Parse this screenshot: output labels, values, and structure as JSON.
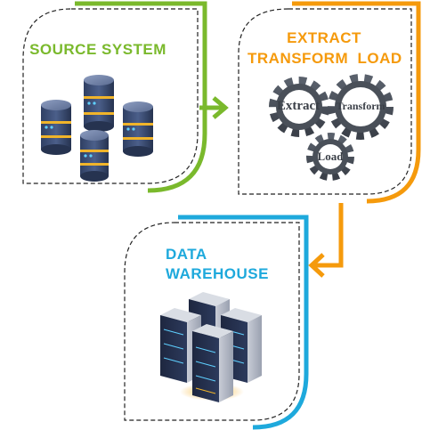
{
  "source_system": {
    "title": "SOURCE SYSTEM",
    "icon": "database-cylinders-icon",
    "accent": "#7ab92c"
  },
  "etl": {
    "title_line1": "EXTRACT",
    "title_line2": "TRANSFORM  LOAD",
    "accent": "#f59a0c",
    "gears": {
      "extract": "Extract",
      "transform": "Transform",
      "load": "Load"
    }
  },
  "data_warehouse": {
    "title_line1": "DATA",
    "title_line2": "WAREHOUSE",
    "icon": "server-racks-icon",
    "accent": "#1ea9dc"
  },
  "arrows": {
    "source_to_etl": "#7ab92c",
    "etl_to_warehouse": "#f59a0c"
  }
}
